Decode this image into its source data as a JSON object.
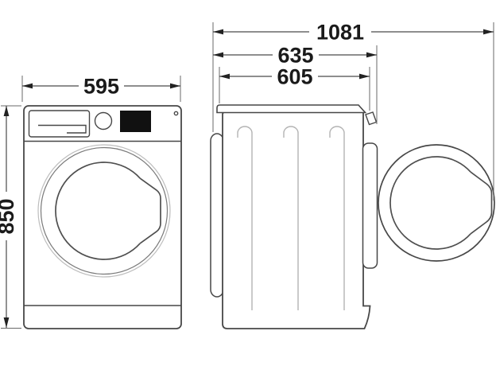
{
  "diagram": {
    "description": "washing machine dimension drawing, front and side views",
    "front_view": {
      "width_label": "595",
      "height_label": "850"
    },
    "side_view": {
      "total_depth_open_door_label": "1081",
      "depth_with_door_label": "635",
      "cabinet_depth_label": "605"
    },
    "colors": {
      "outline": "#474747",
      "groove": "#b3b3b3",
      "display_fill": "#111111",
      "dimension_text": "#1a1a1a",
      "background": "#ffffff"
    }
  }
}
